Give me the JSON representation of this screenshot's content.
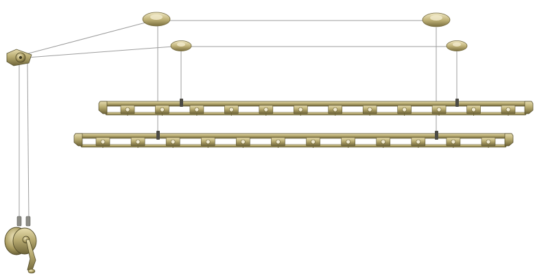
{
  "scene": {
    "subject": "ceiling-mounted-clothes-drying-rack",
    "background_color": "#ffffff",
    "colors": {
      "brass_light": "#d8cb97",
      "brass_mid": "#b1a46a",
      "brass_dark": "#6e6438",
      "cable": "#9a9a9a"
    },
    "ceiling_pulley_count": 4,
    "rail_count": 2,
    "slot_count_per_rail": 12
  }
}
